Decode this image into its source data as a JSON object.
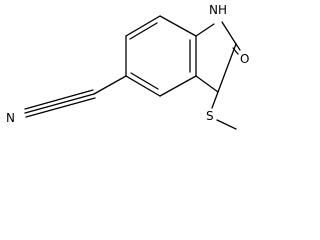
{
  "molecule": {
    "atoms": {
      "nitrile_n": "N",
      "ring_nh": "NH",
      "carbonyl_o": "O",
      "thioether_s": "S"
    },
    "colors": {
      "bond": "#000000",
      "label": "#000000",
      "background": "#ffffff"
    }
  }
}
